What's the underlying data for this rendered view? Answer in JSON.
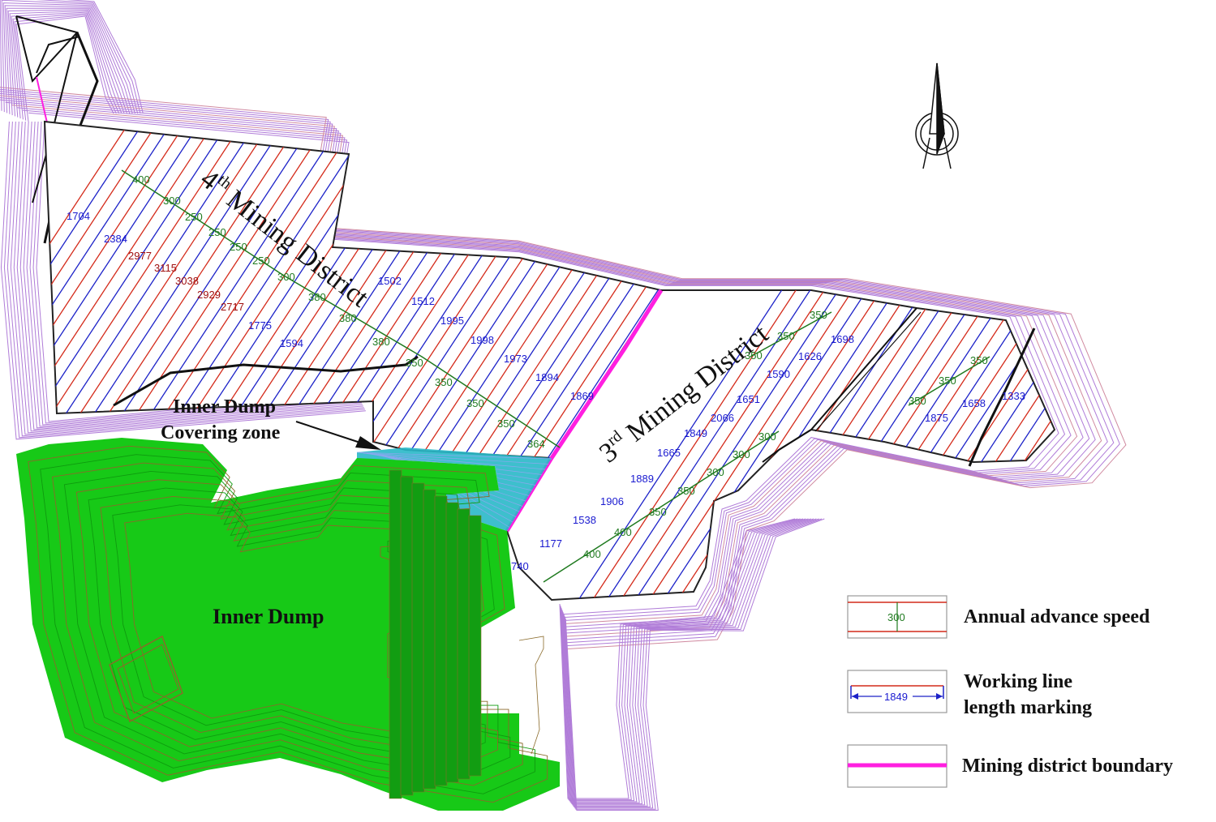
{
  "colors": {
    "contour": "#b07cd8",
    "red_line": "#d42a1a",
    "blue_line": "#1c22c8",
    "green_line": "#1f7a1f",
    "boundary": "#ff1fe0",
    "dump": "#17c917",
    "dump_dark": "#129d12",
    "cover": "#29b8c8"
  },
  "districts": {
    "fourth": {
      "prefix": "4",
      "sup": "th",
      "rest": " Mining District"
    },
    "third": {
      "prefix": "3",
      "sup": "rd",
      "rest": " Mining District"
    }
  },
  "zones": {
    "cover_line1": "Inner Dump",
    "cover_line2": "Covering zone",
    "inner_dump": "Inner Dump"
  },
  "legend": {
    "advance_value": "300",
    "advance_label": "Annual advance speed",
    "working_value": "1849",
    "working_label_1": "Working line",
    "working_label_2": "length marking",
    "boundary_label": "Mining district boundary"
  },
  "working_lengths": [
    "1704",
    "2384",
    "2977",
    "3115",
    "3038",
    "2929",
    "2717",
    "1775",
    "1594",
    "1502",
    "1512",
    "1995",
    "1998",
    "1973",
    "1894",
    "1869",
    "1849",
    "1665",
    "1889",
    "1906",
    "1538",
    "1177",
    "740",
    "2066",
    "1651",
    "1590",
    "1626",
    "1698",
    "1875",
    "1658",
    "1333"
  ],
  "advance_speeds": [
    "400",
    "300",
    "250",
    "250",
    "250",
    "250",
    "300",
    "380",
    "380",
    "380",
    "350",
    "350",
    "350",
    "350",
    "364",
    "350",
    "350",
    "350",
    "350",
    "350",
    "350",
    "300",
    "300",
    "300",
    "350",
    "350",
    "400",
    "400"
  ],
  "icons": [
    "north-arrow-icon"
  ]
}
